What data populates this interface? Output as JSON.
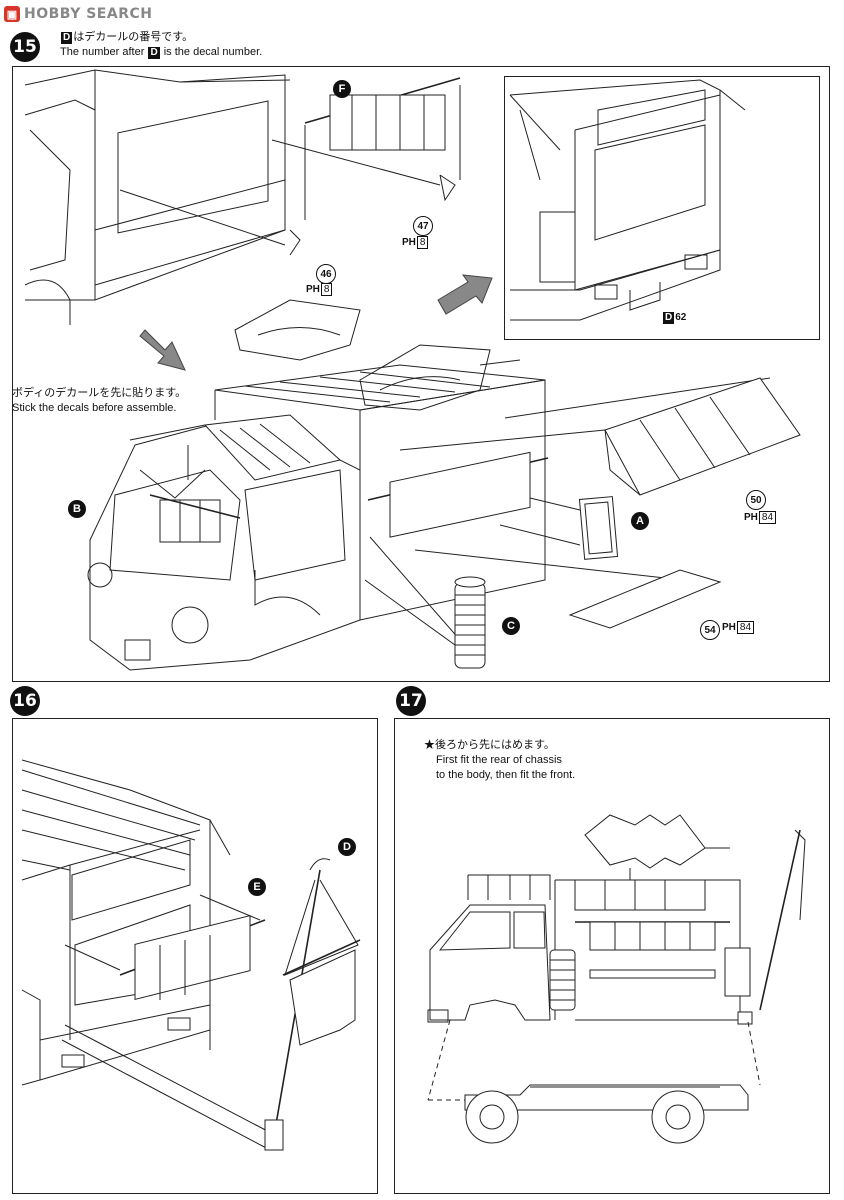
{
  "header": {
    "logo": "HOBBY SEARCH"
  },
  "step15": {
    "number": "15",
    "note_jp": "はデカールの番号です。",
    "note_en_before": "The number after ",
    "note_en_after": " is the decal number.",
    "decal_letter": "D",
    "body_note_jp": "ボディのデカールを先に貼ります。",
    "body_note_en": "Stick the decals before assemble.",
    "parts": [
      {
        "id": "46",
        "paint_code": "H",
        "paint_num": "8"
      },
      {
        "id": "47",
        "paint_code": "H",
        "paint_num": "8"
      },
      {
        "id": "50",
        "paint_code": "H",
        "paint_num": "84"
      },
      {
        "id": "54",
        "paint_code": "H",
        "paint_num": "84"
      }
    ],
    "decal_label": "62",
    "letters": [
      "F",
      "B",
      "A",
      "C"
    ]
  },
  "step16": {
    "number": "16",
    "letters": [
      "D",
      "E"
    ]
  },
  "step17": {
    "number": "17",
    "note_jp": "★後ろから先にはめます。",
    "note_en_line1": "First fit the rear of chassis",
    "note_en_line2": "to the body, then fit the front."
  }
}
